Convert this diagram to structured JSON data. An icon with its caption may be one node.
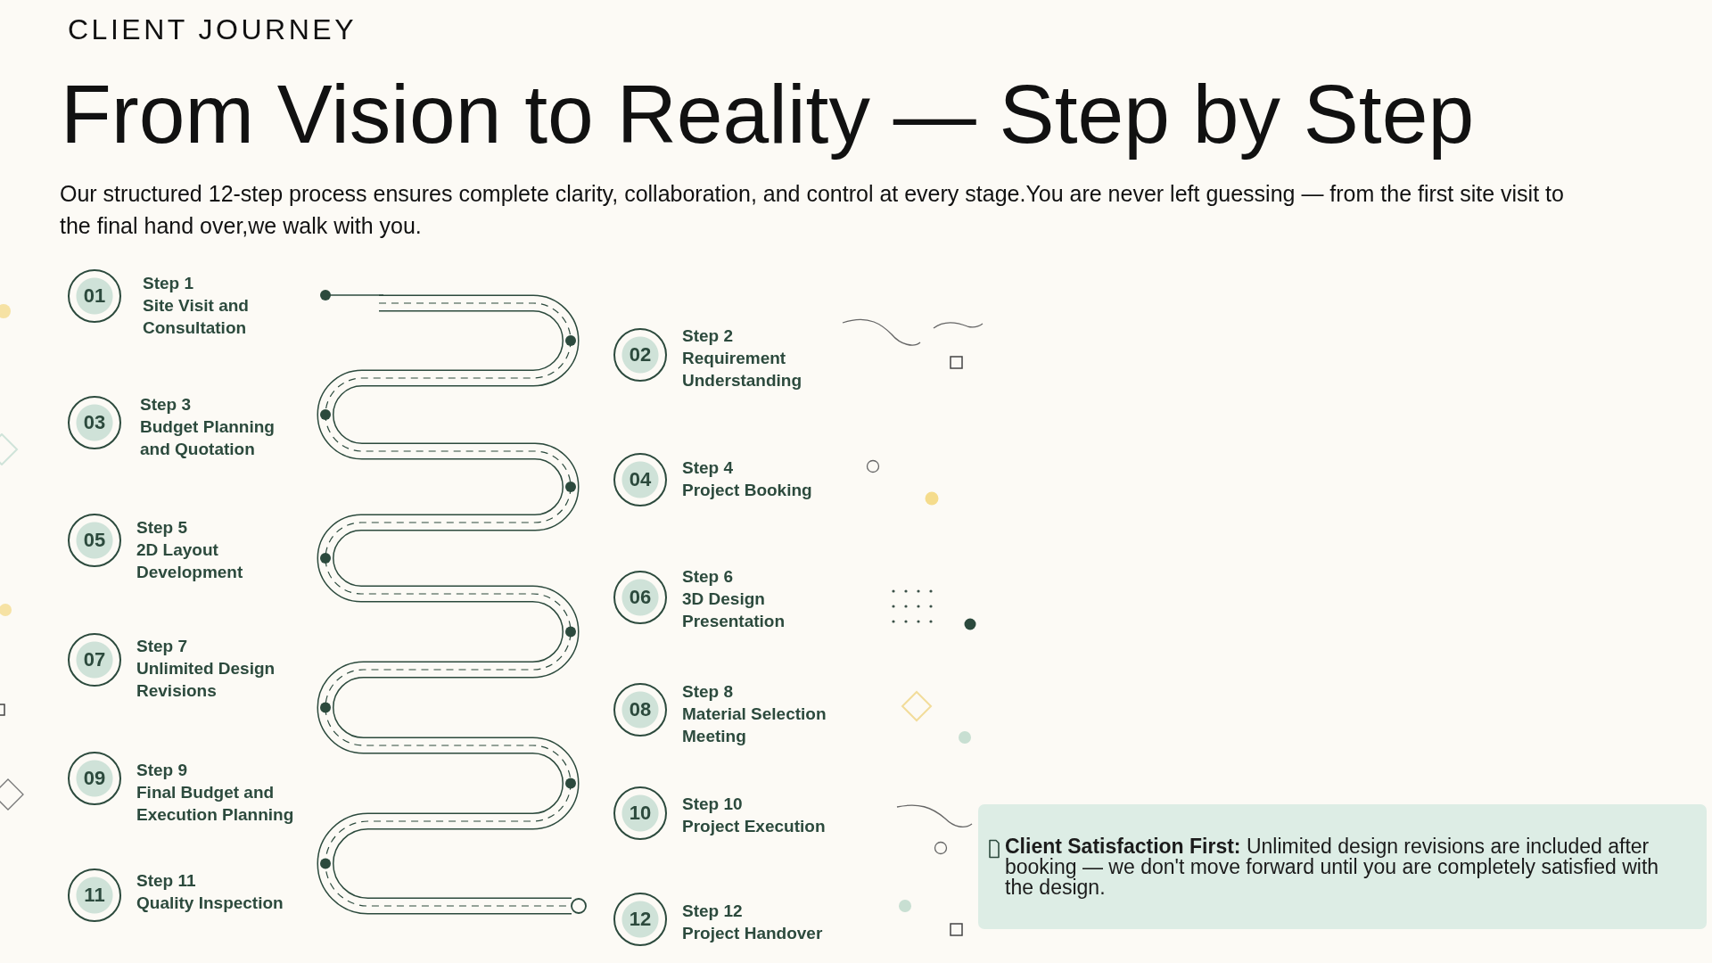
{
  "diagram": {
    "title": "From Vision to Reality — Step by Step",
    "nodes": [
      {
        "text": [
          "01"
        ],
        "beside": [
          "Step 1",
          "Site Visit and Consultation"
        ]
      },
      {
        "text": [
          "02"
        ],
        "beside": [
          "Step 2",
          "Requirement Understanding"
        ]
      },
      {
        "text": [
          "03"
        ],
        "beside": [
          "Step 3",
          "Budget Planning and Quotation"
        ]
      },
      {
        "text": [
          "04"
        ],
        "beside": [
          "Step 4",
          "Project Booking"
        ]
      },
      {
        "text": [
          "05"
        ],
        "beside": [
          "Step 5",
          "2D Layout Development"
        ]
      },
      {
        "text": [
          "06"
        ],
        "beside": [
          "Step 6",
          "3D Design Presentation"
        ]
      },
      {
        "text": [
          "07"
        ],
        "beside": [
          "Step 7",
          "Unlimited Design Revisions"
        ]
      },
      {
        "text": [
          "08"
        ],
        "beside": [
          "Step 8",
          "Material Selection Meeting"
        ]
      },
      {
        "text": [
          "09"
        ],
        "beside": [
          "Step 9",
          "Final Budget and Execution Planning"
        ]
      },
      {
        "text": [
          "10"
        ],
        "beside": [
          "Step 10",
          "Project Execution"
        ]
      },
      {
        "text": [
          "11"
        ],
        "beside": [
          "Step 11",
          "Quality Inspection"
        ]
      },
      {
        "text": [
          "12"
        ],
        "beside": [
          "Step 12",
          "Project Handover"
        ]
      },
      {
        "text": [
          "**Client Satisfaction First:** Unlimited design revisions are included after booking — we don't move forward until you are completely satisfied with the design."
        ]
      }
    ],
    "labels": [
      "CLIENT JOURNEY",
      "Our structured 12-step process ensures complete clarity, collaboration, and control at every stage.You are never left guessing — from the first site visit to the final hand over,we walk with you."
    ]
  }
}
